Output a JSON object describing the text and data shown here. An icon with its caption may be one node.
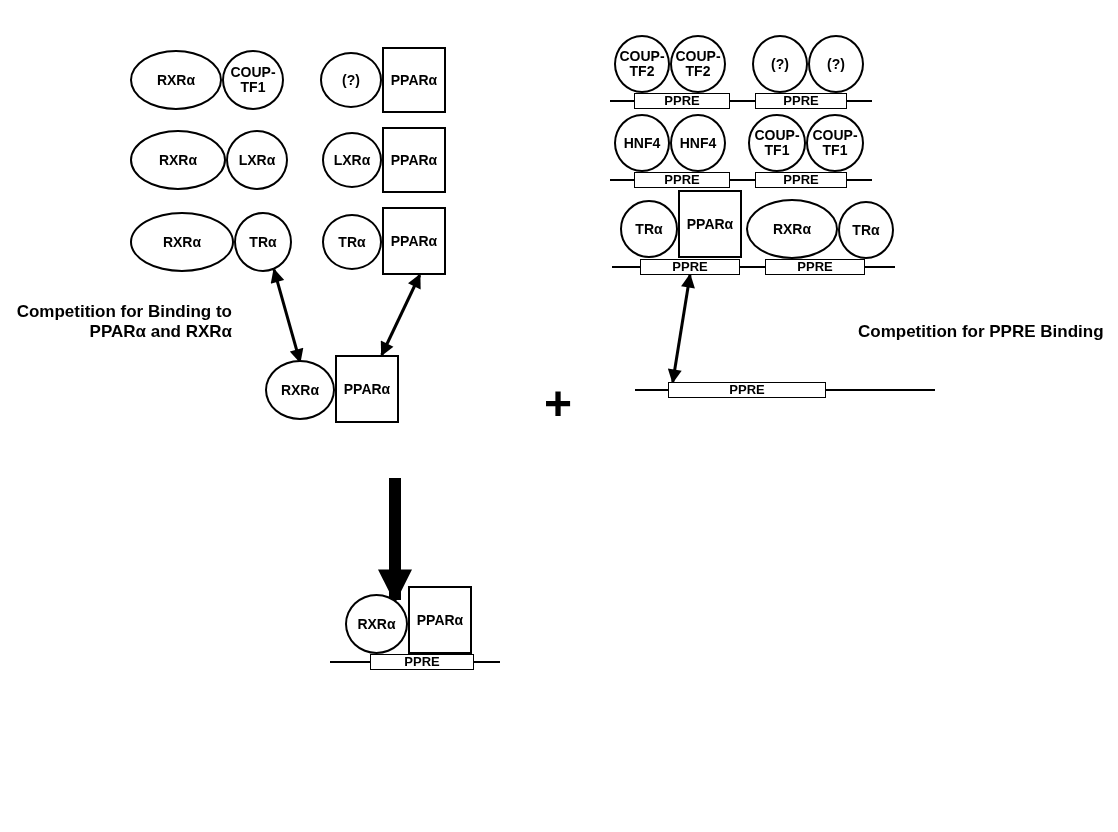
{
  "diagram": {
    "nodes": [
      {
        "text": [
          "RXRα"
        ]
      },
      {
        "text": [
          "COUP-TF1"
        ]
      },
      {
        "text": [
          "(?)"
        ]
      },
      {
        "text": [
          "PPARα"
        ]
      },
      {
        "text": [
          "COUP-TF2"
        ]
      },
      {
        "text": [
          "COUP-TF2"
        ]
      },
      {
        "text": [
          "PPRE"
        ]
      },
      {
        "text": [
          "(?)"
        ]
      },
      {
        "text": [
          "(?)"
        ]
      },
      {
        "text": [
          "PPRE"
        ]
      },
      {
        "text": [
          "RXRα"
        ]
      },
      {
        "text": [
          "LXRα"
        ]
      },
      {
        "text": [
          "LXRα"
        ]
      },
      {
        "text": [
          "PPARα"
        ]
      },
      {
        "text": [
          "HNF4"
        ]
      },
      {
        "text": [
          "HNF4"
        ]
      },
      {
        "text": [
          "PPRE"
        ]
      },
      {
        "text": [
          "COUP-TF1"
        ]
      },
      {
        "text": [
          "COUP-TF1"
        ]
      },
      {
        "text": [
          "PPRE"
        ]
      },
      {
        "text": [
          "RXRα"
        ]
      },
      {
        "text": [
          "TRα"
        ]
      },
      {
        "text": [
          "TRα"
        ]
      },
      {
        "text": [
          "PPARα"
        ]
      },
      {
        "text": [
          "TRα"
        ]
      },
      {
        "text": [
          "PPARα"
        ]
      },
      {
        "text": [
          "PPRE"
        ]
      },
      {
        "text": [
          "RXRα"
        ]
      },
      {
        "text": [
          "TRα"
        ]
      },
      {
        "text": [
          "PPRE"
        ]
      },
      {
        "text": [
          "RXRα"
        ]
      },
      {
        "text": [
          "PPARα"
        ]
      },
      {
        "text": [
          "PPRE"
        ]
      },
      {
        "text": [
          "RXRα"
        ]
      },
      {
        "text": [
          "PPARα"
        ]
      },
      {
        "text": [
          "PPRE"
        ]
      }
    ],
    "edges": [
      {
        "from": 21,
        "to": 30,
        "arrow": "both"
      },
      {
        "from": 23,
        "to": 31,
        "arrow": "both"
      },
      {
        "from": 26,
        "to": 32,
        "arrow": "both"
      },
      {
        "from": null,
        "to": 33,
        "arrow": "to",
        "style": "thick"
      }
    ],
    "labels": [
      "Competition for Binding to PPARα and RXRα",
      "Competition for PPRE Binding",
      "+"
    ]
  }
}
